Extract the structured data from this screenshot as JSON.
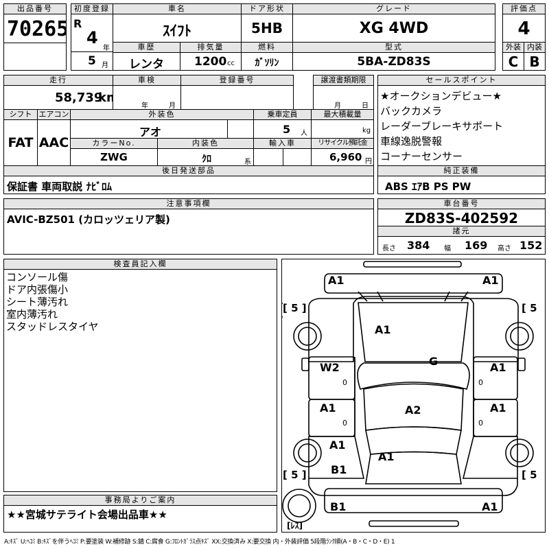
{
  "header": {
    "lot_label": "出品番号",
    "lot_number": "70265",
    "first_reg_label": "初度登録",
    "era": "R",
    "year_value": "4",
    "year_unit": "年",
    "month_value": "5",
    "month_unit": "月",
    "car_name_label": "車名",
    "car_name": "ｽｲﾌﾄ",
    "door_label": "ドア形状",
    "door_type": "5HB",
    "grade_label": "グレード",
    "grade": "XG 4WD",
    "score_label": "評価点",
    "score": "4",
    "history_label": "車歴",
    "history": "レンタ",
    "displacement_label": "排気量",
    "displacement": "1200",
    "displacement_unit": "cc",
    "fuel_label": "燃料",
    "fuel": "ｶﾞｿﾘﾝ",
    "model_code_label": "型式",
    "model_code": "5BA-ZD83S",
    "exterior_score_label": "外装",
    "exterior_score": "C",
    "interior_score_label": "内装",
    "interior_score": "B"
  },
  "row2": {
    "mileage_label": "走行",
    "mileage": "58,739",
    "mileage_unit": "km",
    "inspection_label": "車検",
    "inspection_year_unit": "年",
    "inspection_month_unit": "月",
    "plate_label": "登録番号",
    "transfer_label": "譲渡書類期限",
    "transfer_month_unit": "月",
    "transfer_day_unit": "日",
    "shift_label": "シフト",
    "shift": "FAT",
    "ac_label": "エアコン",
    "ac": "AAC",
    "color_label": "外装色",
    "color": "アオ",
    "capacity_label": "乗車定員",
    "capacity": "5",
    "capacity_unit": "人",
    "load_label": "最大積載量",
    "load_unit": "kg",
    "color_no_label": "カラーNo.",
    "color_no": "ZWG",
    "interior_color_label": "内装色",
    "interior_color": "ｸﾛ",
    "interior_color_unit": "系",
    "import_label": "輸入車",
    "recycle_label": "リサイクル預託金",
    "recycle": "6,960",
    "recycle_unit": "円",
    "post_parts_label": "後日発送部品",
    "post_parts": "保証書 車両取説 ﾅﾋﾞﾛﾑ"
  },
  "sales_points": {
    "label": "セールスポイント",
    "items": [
      "★オークションデビュー★",
      "バックカメラ",
      "レーダーブレーキサポート",
      "車線逸脱警報",
      "コーナーセンサー"
    ]
  },
  "genuine": {
    "label": "純正装備",
    "value": "ABS ｴｱB PS PW"
  },
  "notes": {
    "label": "注意事項欄",
    "value": "AVIC-BZ501 (カロッツェリア製)"
  },
  "chassis": {
    "label": "車台番号",
    "value": "ZD83S-402592",
    "dims_label": "諸元",
    "length_label": "長さ",
    "length": "384",
    "width_label": "幅",
    "width": "169",
    "height_label": "高さ",
    "height": "152"
  },
  "inspector": {
    "label": "検査員記入欄",
    "items": [
      "コンソール傷",
      "ドア内張傷小",
      "シート薄汚れ",
      "室内薄汚れ",
      "スタッドレスタイヤ"
    ]
  },
  "office": {
    "label": "事務局よりご案内",
    "value": "★★宮城サテライト会場出品車★★"
  },
  "diagram": {
    "marks": {
      "front_left": "A1",
      "front_right": "A1",
      "hood": "A1",
      "roof": "G",
      "door_fl": "W2",
      "door_fr": "A1",
      "door_rl": "A1",
      "door_rr": "A1",
      "rear_glass": "A2",
      "qtr_left": "A1",
      "trunk": "A1",
      "sill_left": "B1",
      "rear_left": "B1",
      "rear_right": "A1"
    },
    "zero": "0",
    "tire_fl": "5",
    "tire_fr": "5",
    "tire_rl": "5",
    "tire_rr": "5",
    "spare": "ﾚｽ"
  },
  "footer": {
    "legend": "A:ｷｽﾞ U:ﾍｺﾐ B:ｷｽﾞを伴うﾍｺﾐ P:要塗装 W:補修跡 S:錆 C:腐食 G:ﾌﾛﾝﾄｶﾞﾗｽ点ｷｽﾞ XX:交換済み X:要交換 内・外装評価 5段階ﾗﾝｸ順(A・B・C・D・E) 1"
  }
}
